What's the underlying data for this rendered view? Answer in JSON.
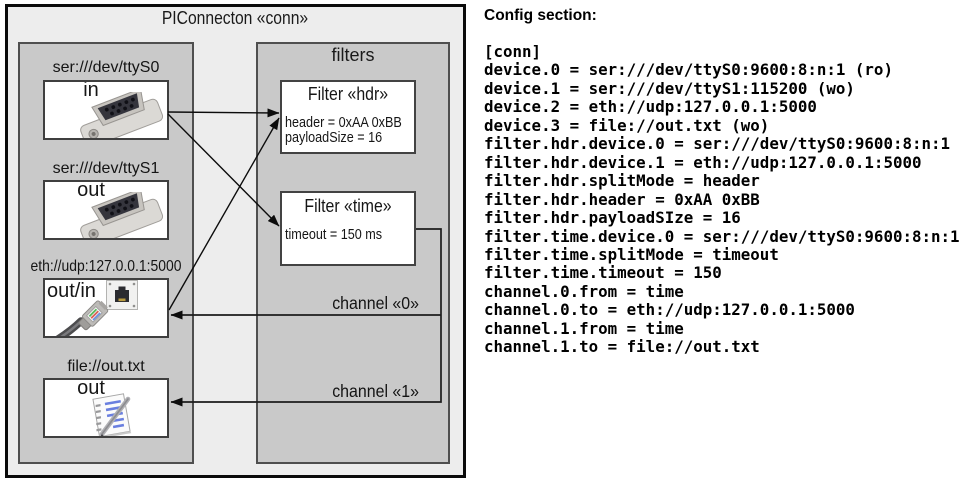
{
  "diagram": {
    "title": "PIConnecton «conn»",
    "colors": {
      "outer_fill": "#ededed",
      "panel_fill": "#c9c9c9",
      "box_fill": "#ffffff",
      "line_color": "#111111"
    },
    "devices": [
      {
        "label": "ser:///dev/ttyS0",
        "direction": "in",
        "icon": "serial-port-icon"
      },
      {
        "label": "ser:///dev/ttyS1",
        "direction": "out",
        "icon": "serial-port-icon"
      },
      {
        "label": "eth://udp:127.0.0.1:5000",
        "direction": "out/in",
        "icon": "ethernet-icon"
      },
      {
        "label": "file://out.txt",
        "direction": "out",
        "icon": "text-file-icon"
      }
    ],
    "filters_panel_title": "filters",
    "filters": [
      {
        "title": "Filter «hdr»",
        "params": [
          "header = 0xAA 0xBB",
          "payloadSize = 16"
        ]
      },
      {
        "title": "Filter «time»",
        "params": [
          "timeout = 150 ms"
        ]
      }
    ],
    "channels": [
      {
        "label": "channel «0»"
      },
      {
        "label": "channel «1»"
      }
    ]
  },
  "config": {
    "heading": "Config section:",
    "lines": [
      "[conn]",
      "device.0 = ser:///dev/ttyS0:9600:8:n:1 (ro)",
      "device.1 = ser:///dev/ttyS1:115200 (wo)",
      "device.2 = eth://udp:127.0.0.1:5000",
      "device.3 = file://out.txt (wo)",
      "filter.hdr.device.0 = ser:///dev/ttyS0:9600:8:n:1",
      "filter.hdr.device.1 = eth://udp:127.0.0.1:5000",
      "filter.hdr.splitMode = header",
      "filter.hdr.header = 0xAA 0xBB",
      "filter.hdr.payloadSIze = 16",
      "filter.time.device.0 = ser:///dev/ttyS0:9600:8:n:1",
      "filter.time.splitMode = timeout",
      "filter.time.timeout = 150",
      "channel.0.from = time",
      "channel.0.to = eth://udp:127.0.0.1:5000",
      "channel.1.from = time",
      "channel.1.to = file://out.txt"
    ]
  }
}
